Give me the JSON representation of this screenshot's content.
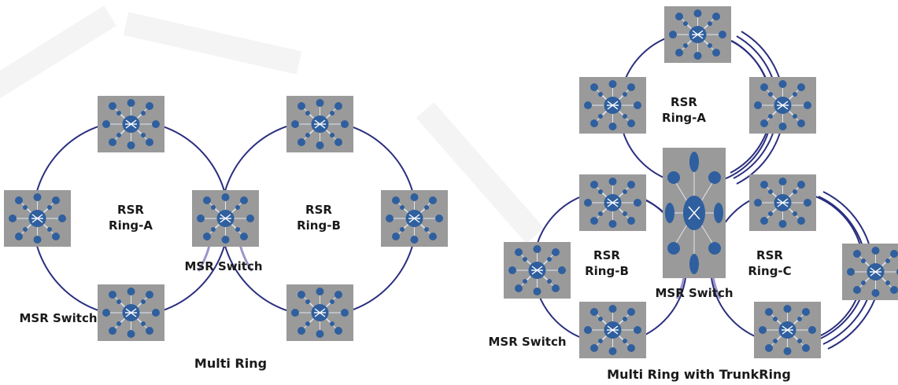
{
  "left": {
    "ring_a": {
      "line1": "RSR",
      "line2": "Ring-A"
    },
    "ring_b": {
      "line1": "RSR",
      "line2": "Ring-B"
    },
    "msr_center": "MSR Switch",
    "msr_bottom": "MSR Switch",
    "caption": "Multi Ring"
  },
  "right": {
    "ring_a": {
      "line1": "RSR",
      "line2": "Ring-A"
    },
    "ring_b": {
      "line1": "RSR",
      "line2": "Ring-B"
    },
    "ring_c": {
      "line1": "RSR",
      "line2": "Ring-C"
    },
    "msr_center": "MSR Switch",
    "msr_left": "MSR Switch",
    "caption": "Multi Ring with TrunkRing"
  },
  "colors": {
    "ring_line": "#2b2f7f",
    "ring_line_light": "#9a97c8",
    "node_bg": "#9a9a9a",
    "node_circle": "#2f5f9e",
    "node_line": "#ffffff",
    "watermark": "#f3f3f3"
  },
  "icons": {
    "switch": "switch-node-icon",
    "large_switch": "large-switch-node-icon"
  }
}
